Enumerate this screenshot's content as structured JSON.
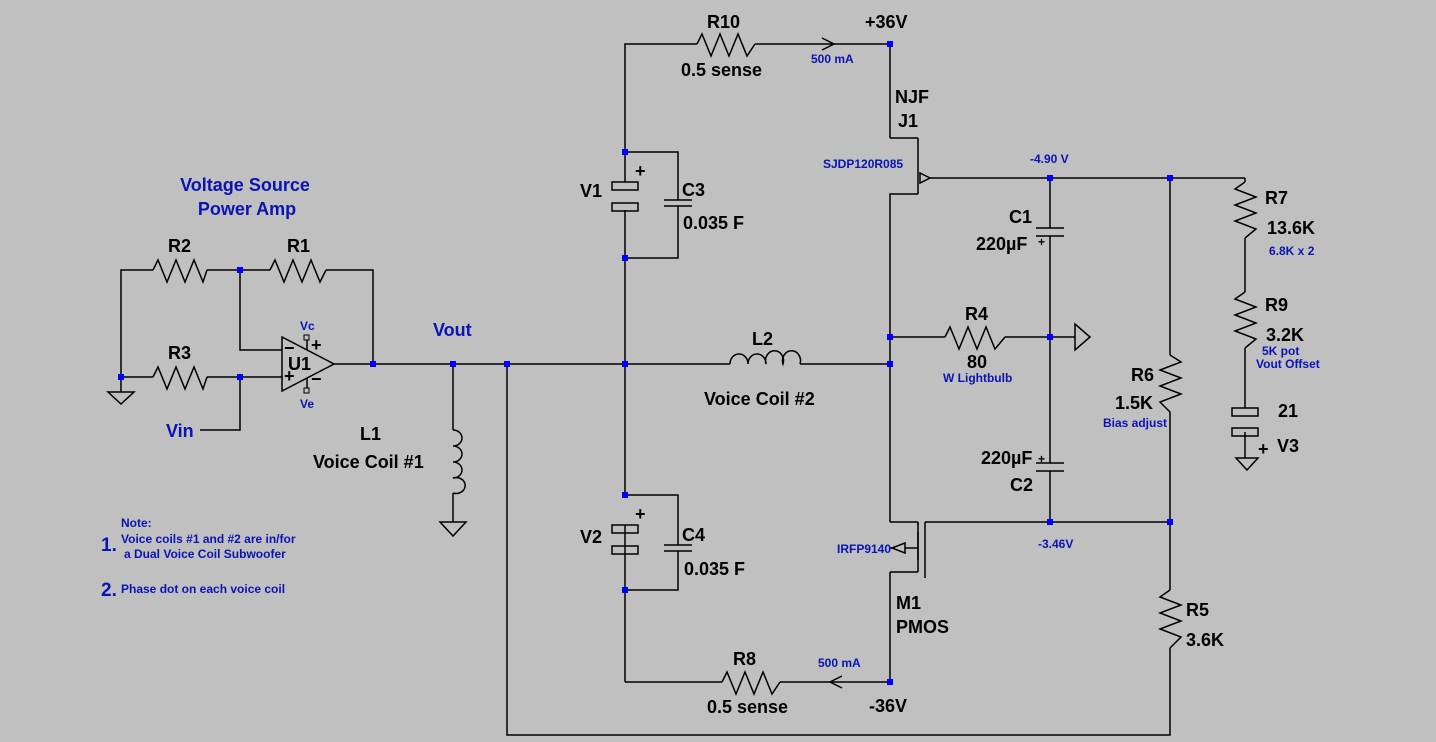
{
  "schematic": {
    "title_line1": "Voltage Source",
    "title_line2": "Power Amp",
    "vout": "Vout",
    "vin": "Vin",
    "components": {
      "R1": {
        "name": "R1"
      },
      "R2": {
        "name": "R2"
      },
      "R3": {
        "name": "R3"
      },
      "U1": {
        "name": "U1",
        "vc": "Vc",
        "ve": "Ve"
      },
      "L1": {
        "name": "L1",
        "value": "Voice Coil #1"
      },
      "L2": {
        "name": "L2",
        "value": "Voice Coil #2"
      },
      "R10": {
        "name": "R10",
        "value": "0.5 sense",
        "current": "500 mA"
      },
      "R8": {
        "name": "R8",
        "value": "0.5 sense",
        "current": "500 mA"
      },
      "V1": {
        "name": "V1"
      },
      "V2": {
        "name": "V2"
      },
      "C3": {
        "name": "C3",
        "value": "0.035 F"
      },
      "C4": {
        "name": "C4",
        "value": "0.035 F"
      },
      "J1": {
        "type": "NJF",
        "name": "J1",
        "part": "SJDP120R085"
      },
      "M1": {
        "name": "M1",
        "type": "PMOS",
        "part": "IRFP9140"
      },
      "C1": {
        "name": "C1",
        "value": "220µF"
      },
      "C2": {
        "name": "C2",
        "value": "220µF"
      },
      "R4": {
        "name": "R4",
        "value": "80",
        "note": "W Lightbulb"
      },
      "R6": {
        "name": "R6",
        "value": "1.5K",
        "note": "Bias adjust"
      },
      "R5": {
        "name": "R5",
        "value": "3.6K"
      },
      "R7": {
        "name": "R7",
        "value": "13.6K",
        "note": "6.8K x 2"
      },
      "R9": {
        "name": "R9",
        "value": "3.2K",
        "note1": "5K pot",
        "note2": "Vout Offset"
      },
      "V3": {
        "name": "V3",
        "value": "21"
      }
    },
    "rails": {
      "pos": "+36V",
      "neg": "-36V"
    },
    "node_voltages": {
      "top": "-4.90 V",
      "bottom": "-3.46V"
    },
    "notes": {
      "heading": "Note:",
      "n1_num": "1.",
      "n1_line1": "Voice coils #1 and #2 are in/for",
      "n1_line2": "a Dual Voice Coil Subwoofer",
      "n2_num": "2.",
      "n2_text": "Phase dot on each voice coil"
    }
  }
}
